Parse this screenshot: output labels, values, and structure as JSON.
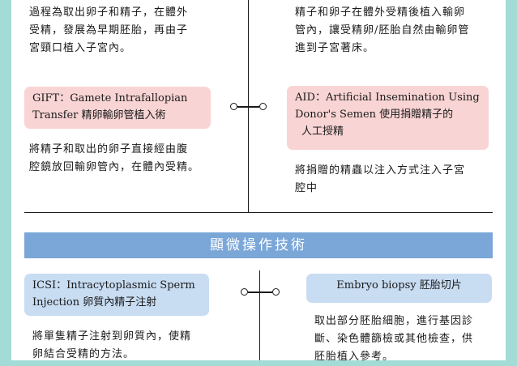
{
  "top_left": {
    "intro": [
      "過程為取出卵子和精子，在體外",
      "受精，發展為早期胚胎，再由子",
      "宮頸口植入子宮內。"
    ],
    "gift_title": [
      "GIFT：Gamete Intrafallopian",
      "Transfer 精卵輸卵管植入術"
    ],
    "gift_desc": [
      "將精子和取出的卵子直接經由腹",
      "腔鏡放回輸卵管內，在體內受精。"
    ]
  },
  "top_right": {
    "intro": [
      "精子和卵子在體外受精後植入輸卵",
      "管內，讓受精卵/胚胎自然由輸卵管",
      "進到子宮著床。"
    ],
    "aid_title": [
      "AID：Artificial Insemination Using",
      "Donor's Semen 使用捐贈精子的",
      "人工授精"
    ],
    "aid_desc": [
      "將捐贈的精蟲以注入方式注入子宮",
      "腔中"
    ]
  },
  "section": {
    "title": "顯微操作技術"
  },
  "bottom_left": {
    "icsi_title": [
      "ICSI：Intracytoplasmic Sperm",
      "Injection 卵質內精子注射"
    ],
    "icsi_desc": [
      "將單隻精子注射到卵質內，使精",
      "卵結合受精的方法。"
    ]
  },
  "bottom_right": {
    "biopsy_title": "Embryo biopsy 胚胎切片",
    "biopsy_desc": [
      "取出部分胚胎細胞，進行基因診",
      "斷、染色體篩檢或其他檢查，供",
      "胚胎植入參考。"
    ]
  },
  "colors": {
    "background": "#a3dcd6",
    "pink_tag": "#f9d4d4",
    "blue_tag": "#c8dcf2",
    "section_bar": "#7aa7d8"
  }
}
